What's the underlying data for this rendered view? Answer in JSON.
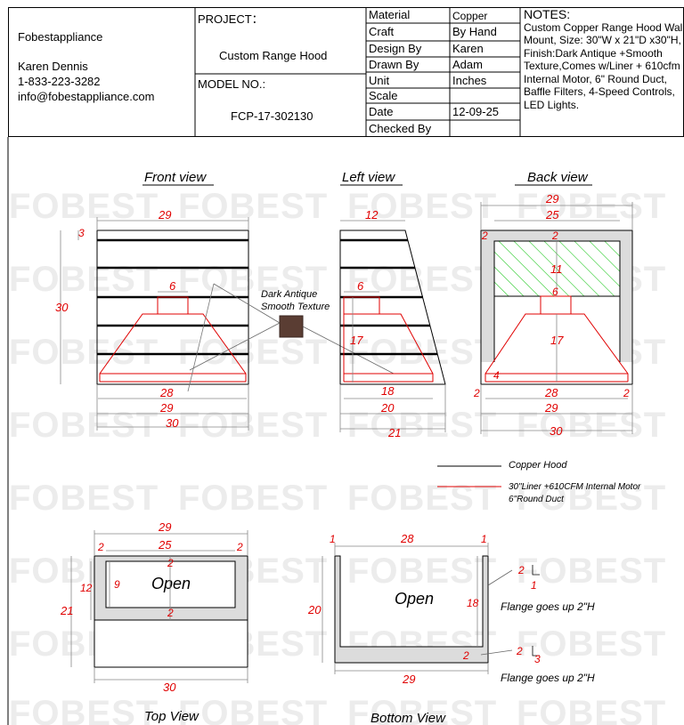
{
  "title_block": {
    "company": "Fobestappliance",
    "contact_name": "Karen Dennis",
    "phone": "1-833-223-3282",
    "email": "info@fobestappliance.com",
    "project_label": "PROJECT：",
    "project_value": "Custom Range Hood",
    "model_label": "MODEL NO.:",
    "model_value": "FCP-17-302130",
    "rows": [
      {
        "label": "Material",
        "value": "Copper"
      },
      {
        "label": "Craft",
        "value": "By Hand"
      },
      {
        "label": "Design By",
        "value": "Karen"
      },
      {
        "label": "Drawn By",
        "value": "Adam"
      },
      {
        "label": "Unit",
        "value": "Inches"
      },
      {
        "label": "Scale",
        "value": ""
      },
      {
        "label": "Date",
        "value": "12-09-25"
      },
      {
        "label": "Checked By",
        "value": ""
      }
    ],
    "notes_label": "NOTES:",
    "notes_lines": [
      "Custom Copper Range Hood Wall",
      "Mount, Size: 30\"W x 21\"D x30\"H,",
      "Finish:Dark Antique +Smooth",
      "Texture,Comes w/Liner + 610cfm",
      "Internal Motor, 6\" Round Duct,",
      "Baffle Filters, 4-Speed Controls,",
      "LED Lights."
    ]
  },
  "watermark": "FOBEST",
  "views": {
    "front": "Front view",
    "left": "Left view",
    "back": "Back view",
    "top": "Top View",
    "bottom": "Bottom View"
  },
  "texture_label": [
    "Dark Antique",
    "Smooth Texture"
  ],
  "legend": {
    "copper": "Copper Hood",
    "liner_line1": "30\"Liner +610CFM Internal Motor",
    "liner_line2": "6\"Round Duct",
    "copper_color": "#000000",
    "liner_color": "#e00000"
  },
  "open_label": "Open",
  "flange_note": "Flange goes up 2\"H",
  "dims": {
    "front": {
      "top_width": "29",
      "top_band": "3",
      "height": "30",
      "duct": "6",
      "liner": "28",
      "overall1": "29",
      "overall2": "30"
    },
    "left": {
      "top": "12",
      "duct": "6",
      "liner_h": "17",
      "liner_d": "18",
      "depth1": "20",
      "depth2": "21"
    },
    "back": {
      "w1": "29",
      "w2": "25",
      "side": "2",
      "top": "2",
      "hatch": "11",
      "duct": "6",
      "liner_h": "17",
      "bottom": "4",
      "liner": "28",
      "overall1": "29",
      "overall2": "30"
    },
    "top": {
      "w1": "29",
      "w2": "25",
      "side_l": "2",
      "side_r": "2",
      "top_inner": "2",
      "opening_h": "9",
      "h12": "12",
      "depth": "21",
      "bottom_in": "2",
      "overall": "30"
    },
    "bottom": {
      "left": "1",
      "mid": "28",
      "right": "1",
      "depth": "20",
      "right_h": "18",
      "bottom_in": "2",
      "flange_top": "2",
      "flange_top_frac": "1",
      "flange_bot": "2",
      "flange_bot_num": "3",
      "overall": "29"
    }
  }
}
